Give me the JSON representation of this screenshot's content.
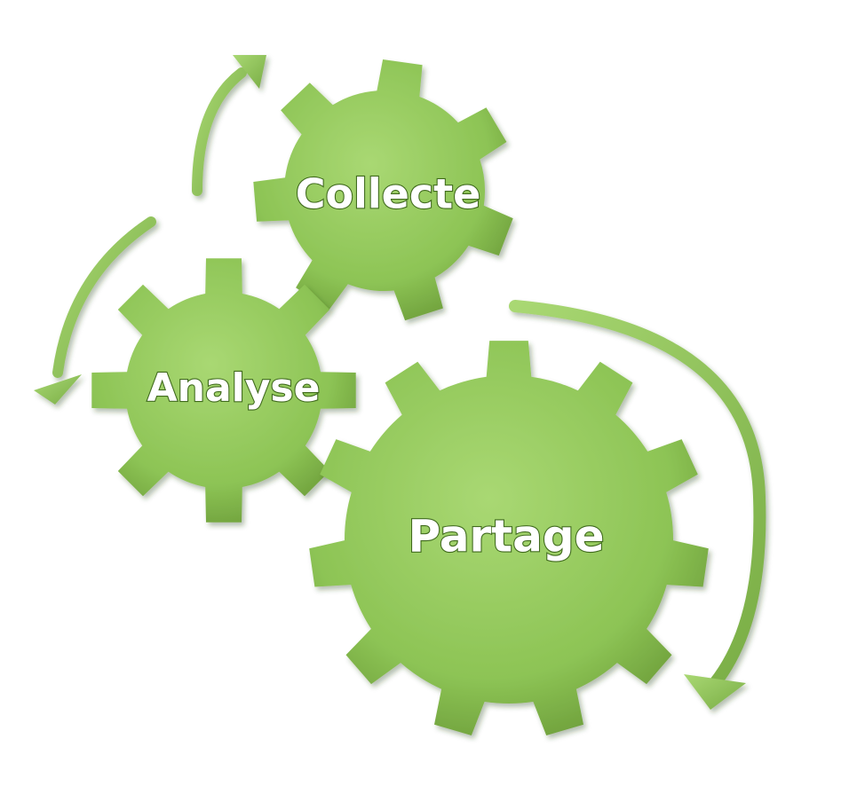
{
  "colors": {
    "gear_fill": "#8dc455",
    "gear_light": "#a9d873",
    "gear_dark": "#6d9e3a",
    "arrow_fill": "#8dc455",
    "label_outline": "#3f6a1f"
  },
  "gears": [
    {
      "id": "collecte",
      "label": "Collecte"
    },
    {
      "id": "analyse",
      "label": "Analyse"
    },
    {
      "id": "partage",
      "label": "Partage"
    }
  ]
}
